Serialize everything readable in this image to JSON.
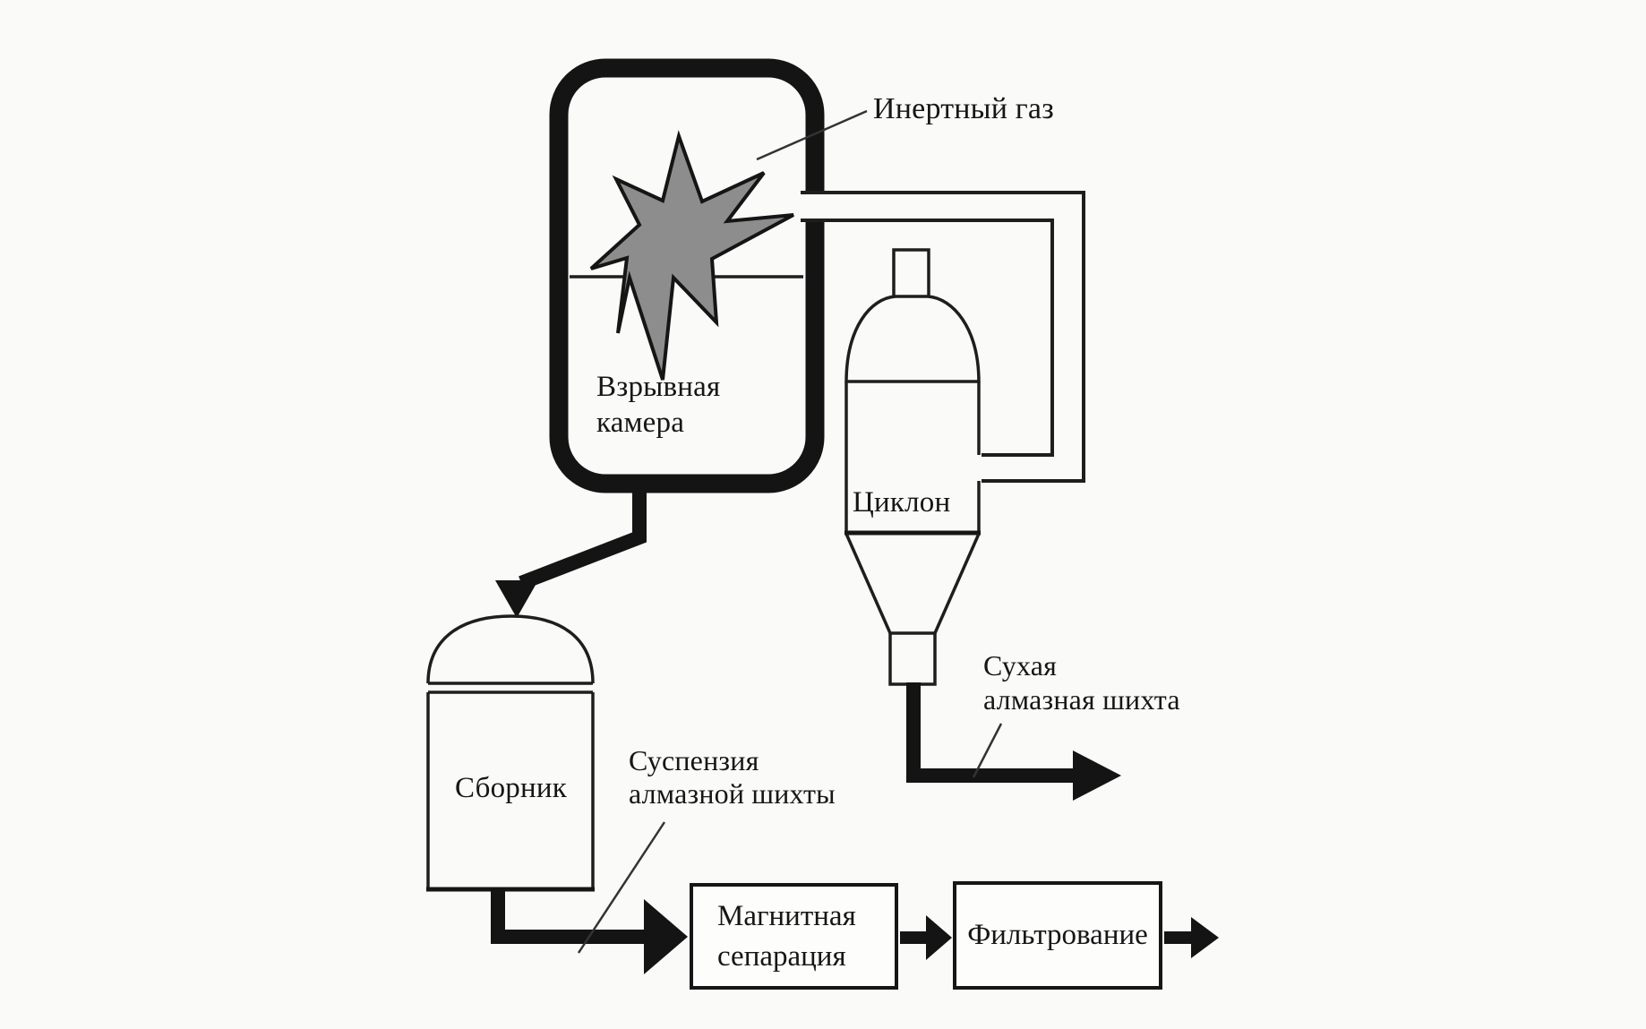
{
  "diagram": {
    "type": "process-flow",
    "language": "ru",
    "colors": {
      "background": "#fafaf9",
      "line": "#161616",
      "explosion_star_fill": "#8d8d8d",
      "box_fill": "#fdfdfc"
    },
    "labels": {
      "inert_gas": "Инертный газ",
      "explosion_chamber": "Взрывная\nкамера",
      "cyclone": "Циклон",
      "collector": "Сборник",
      "dry_charge": "Сухая\nалмазная шихта",
      "suspension": "Суспензия\nалмазной шихты",
      "magnetic_separation": "Магнитная\nсепарация",
      "filtration": "Фильтрование"
    }
  }
}
